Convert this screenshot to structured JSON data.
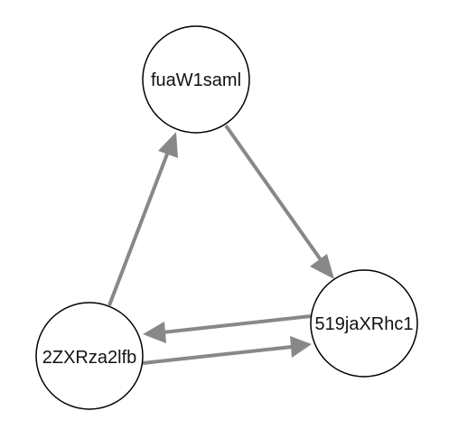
{
  "graph": {
    "edge_color": "#888888",
    "node_fill": "#ffffff",
    "node_stroke": "#000000",
    "nodes": [
      {
        "id": "n_top",
        "label": "fuaW1saml"
      },
      {
        "id": "n_right",
        "label": "519jaXRhc1"
      },
      {
        "id": "n_left",
        "label": "2ZXRza2lfb"
      }
    ],
    "edges": [
      {
        "from": "n_top",
        "to": "n_right"
      },
      {
        "from": "n_right",
        "to": "n_left"
      },
      {
        "from": "n_left",
        "to": "n_right"
      },
      {
        "from": "n_left",
        "to": "n_top"
      }
    ]
  }
}
